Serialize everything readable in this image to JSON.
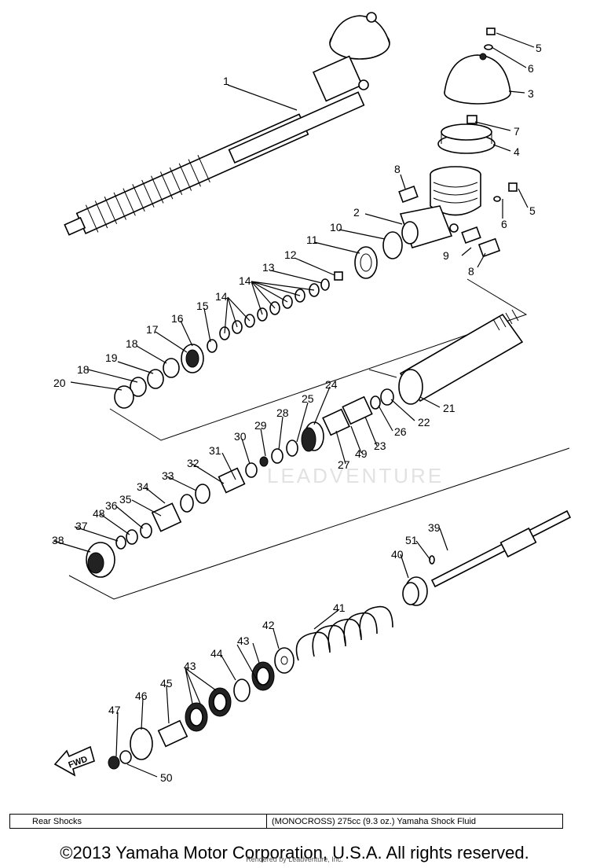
{
  "diagram": {
    "watermark": "LEADVENTURE",
    "fwd_label": "FWD",
    "callouts": [
      {
        "id": "c1",
        "text": "1"
      },
      {
        "id": "c5a",
        "text": "5"
      },
      {
        "id": "c6a",
        "text": "6"
      },
      {
        "id": "c3",
        "text": "3"
      },
      {
        "id": "c7",
        "text": "7"
      },
      {
        "id": "c4",
        "text": "4"
      },
      {
        "id": "c8a",
        "text": "8"
      },
      {
        "id": "c5b",
        "text": "5"
      },
      {
        "id": "c6b",
        "text": "6"
      },
      {
        "id": "c2",
        "text": "2"
      },
      {
        "id": "c10",
        "text": "10"
      },
      {
        "id": "c11",
        "text": "11"
      },
      {
        "id": "c9",
        "text": "9"
      },
      {
        "id": "c8b",
        "text": "8"
      },
      {
        "id": "c12",
        "text": "12"
      },
      {
        "id": "c13",
        "text": "13"
      },
      {
        "id": "c14a",
        "text": "14"
      },
      {
        "id": "c14b",
        "text": "14"
      },
      {
        "id": "c15",
        "text": "15"
      },
      {
        "id": "c16",
        "text": "16"
      },
      {
        "id": "c17",
        "text": "17"
      },
      {
        "id": "c18a",
        "text": "18"
      },
      {
        "id": "c19",
        "text": "19"
      },
      {
        "id": "c18b",
        "text": "18"
      },
      {
        "id": "c20",
        "text": "20"
      },
      {
        "id": "c24",
        "text": "24"
      },
      {
        "id": "c25",
        "text": "25"
      },
      {
        "id": "c28",
        "text": "28"
      },
      {
        "id": "c29",
        "text": "29"
      },
      {
        "id": "c30",
        "text": "30"
      },
      {
        "id": "c21",
        "text": "21"
      },
      {
        "id": "c22",
        "text": "22"
      },
      {
        "id": "c26",
        "text": "26"
      },
      {
        "id": "c23",
        "text": "23"
      },
      {
        "id": "c49",
        "text": "49"
      },
      {
        "id": "c27",
        "text": "27"
      },
      {
        "id": "c31",
        "text": "31"
      },
      {
        "id": "c32",
        "text": "32"
      },
      {
        "id": "c33",
        "text": "33"
      },
      {
        "id": "c34",
        "text": "34"
      },
      {
        "id": "c35",
        "text": "35"
      },
      {
        "id": "c36",
        "text": "36"
      },
      {
        "id": "c48",
        "text": "48"
      },
      {
        "id": "c37",
        "text": "37"
      },
      {
        "id": "c38",
        "text": "38"
      },
      {
        "id": "c39",
        "text": "39"
      },
      {
        "id": "c51",
        "text": "51"
      },
      {
        "id": "c40",
        "text": "40"
      },
      {
        "id": "c41",
        "text": "41"
      },
      {
        "id": "c42",
        "text": "42"
      },
      {
        "id": "c43a",
        "text": "43"
      },
      {
        "id": "c44",
        "text": "44"
      },
      {
        "id": "c43b",
        "text": "43"
      },
      {
        "id": "c45",
        "text": "45"
      },
      {
        "id": "c46",
        "text": "46"
      },
      {
        "id": "c47",
        "text": "47"
      },
      {
        "id": "c50",
        "text": "50"
      }
    ]
  },
  "spec_table": {
    "left": "Rear Shocks",
    "right": "(MONOCROSS) 275cc (9.3 oz.) Yamaha Shock Fluid"
  },
  "footer": {
    "copyright": "©2013 Yamaha Motor Corporation, U.S.A. All rights reserved.",
    "rendered_by": "Rendered by Leadventure, Inc."
  }
}
